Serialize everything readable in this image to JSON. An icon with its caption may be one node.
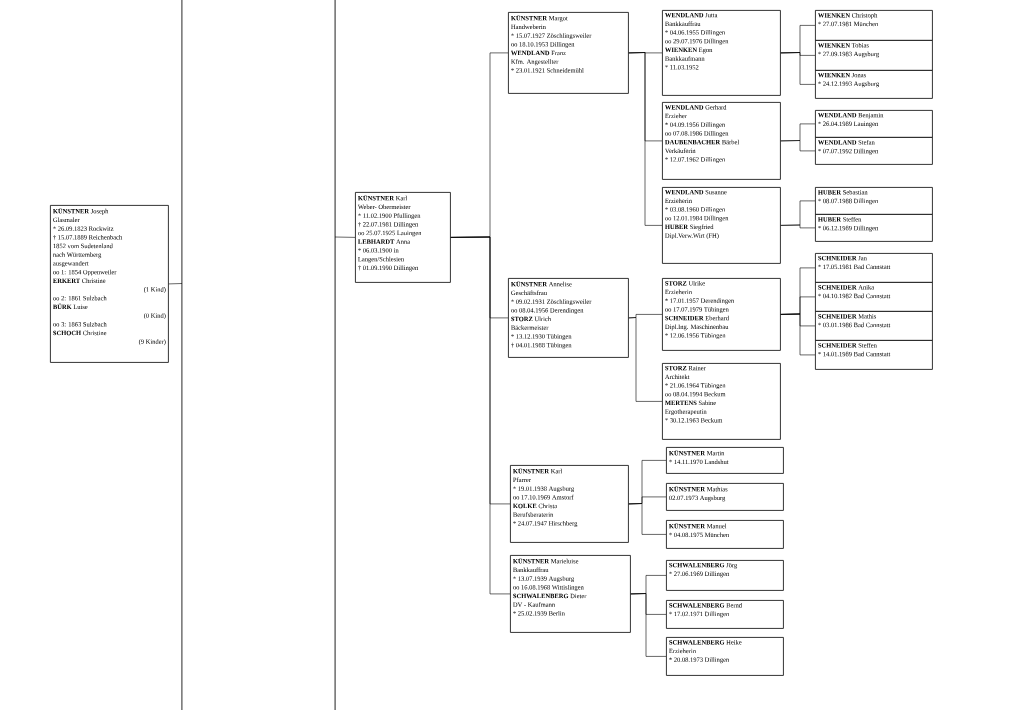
{
  "diagram": {
    "nodes": [
      {
        "text": [
          "**KÜNSTNER** Joseph",
          "Glasmaler",
          "* 26.09.1823 Rockwitz",
          "† 15.07.1889 Reichenbach",
          "1852 vom Sudetenland",
          "nach Württemberg",
          "ausgewandert",
          "oo 1: 1854 Oppenweiler",
          "**ERKERT** Christine",
          "(1 Kind)",
          "oo 2: 1861 Sulzbach",
          "**BÜRK** Luise",
          "(0 Kind)",
          "oo 3: 1863 Sulzbach",
          "**SCHOCH** Christine",
          "(9 Kinder)"
        ]
      },
      {
        "text": [
          "**KÜNSTNER** Karl",
          "Weber- Obermeister",
          "* 11.02.1900 Pfullingen",
          "† 22.07.1981 Dillingen",
          "oo 25.07.1925 Lauingen",
          "**LEBHARDT** Anna",
          "* 06.03.1900 in",
          "Langen/Schlesien",
          "† 01.09.1990 Dillingen"
        ]
      },
      {
        "text": [
          "**KÜNSTNER** Margot",
          "Handweberin",
          "* 15.07.1927 Zöschlingsweiler",
          "oo 18.10.1953 Dillingen",
          "**WENDLAND** Franz",
          "Kfm. Angestellter",
          "* 23.01.1921 Schneidemühl"
        ]
      },
      {
        "text": [
          "**KÜNSTNER** Annelise",
          "Geschäftsfrau",
          "* 09.02.1931 Zöschlingsweiler",
          "oo 08.04.1956 Derendingen",
          "**STORZ** Ulrich",
          "Bäckermeister",
          "* 13.12.1930 Tübingen",
          "† 04.01.1988 Tübingen"
        ]
      },
      {
        "text": [
          "**KÜNSTNER** Karl",
          "Pfarrer",
          "* 19.01.1938 Augsburg",
          "oo 17.10.1969 Amstorf",
          "**KOLKE** Christa",
          "Berufsberaterin",
          "* 24.07.1947 Hirschberg"
        ]
      },
      {
        "text": [
          "**KÜNSTNER** Marieluise",
          "Bankkauffrau",
          "* 13.07.1939 Augsburg",
          "oo 16.08.1968 Wittislingen",
          "**SCHWALENBERG** Dieter",
          "DV - Kaufmann",
          "* 25.02.1939 Berlin"
        ]
      },
      {
        "text": [
          "**WENDLAND** Jutta",
          "Bankkauffrau",
          "* 04.06.1955 Dillingen",
          "oo 29.07.1976 Dillingen",
          "**WIENKEN** Egon",
          "Bankkaufmann",
          "* 11.03.1952"
        ]
      },
      {
        "text": [
          "**WENDLAND** Gerhard",
          "Erzieher",
          "* 04.09.1956 Dillingen",
          "oo 07.08.1986 Dillingen",
          "**DAUBENBACHER** Bärbel",
          "Verkäuferin",
          "* 12.07.1962 Dillingen"
        ]
      },
      {
        "text": [
          "**WENDLAND** Susanne",
          "Erzieherin",
          "* 03.08.1960 Dillingen",
          "oo 12.01.1984 Dillingen",
          "**HUBER** Siegfried",
          "Dipl.Verw.Wirt (FH)"
        ]
      },
      {
        "text": [
          "**STORZ** Ulrike",
          "Erzieherin",
          "* 17.01.1957 Derendingen",
          "oo 17.07.1979 Tübingen",
          "**SCHNEIDER** Eberhard",
          "Dipl.Ing. Maschinenbau",
          "* 12.06.1956 Tübingen"
        ]
      },
      {
        "text": [
          "**STORZ** Rainer",
          "Architekt",
          "* 21.06.1964 Tübingen",
          "oo 08.04.1994 Beckum",
          "**MERTENS** Sabine",
          "Ergotherapeutin",
          "* 30.12.1963 Beckum"
        ]
      },
      {
        "text": [
          "**KÜNSTNER** Martin",
          "* 14.11.1970 Landshut"
        ]
      },
      {
        "text": [
          "**KÜNSTNER** Mathias",
          "02.07.1973 Augsburg"
        ]
      },
      {
        "text": [
          "**KÜNSTNER** Manuel",
          "* 04.08.1975 München"
        ]
      },
      {
        "text": [
          "**SCHWALENBERG** Jörg",
          "* 27.06.1969 Dillingen"
        ]
      },
      {
        "text": [
          "**SCHWALENBERG** Bernd",
          "* 17.02.1971 Dillingen"
        ]
      },
      {
        "text": [
          "**SCHWALENBERG** Heike",
          "Erzieherin",
          "* 20.08.1973 Dillingen"
        ]
      },
      {
        "text": [
          "**WIENKEN** Christoph",
          "* 27.07.1981 München"
        ]
      },
      {
        "text": [
          "**WIENKEN** Tobias",
          "* 27.09.1983 Augsburg"
        ]
      },
      {
        "text": [
          "**WIENKEN** Jonas",
          "* 24.12.1993 Augsburg"
        ]
      },
      {
        "text": [
          "**WENDLAND** Benjamin",
          "* 26.04.1989 Lauingen"
        ]
      },
      {
        "text": [
          "**WENDLAND** Stefan",
          "* 07.07.1992 Dillingen"
        ]
      },
      {
        "text": [
          "**HUBER** Sebastian",
          "* 08.07.1988 Dillingen"
        ]
      },
      {
        "text": [
          "**HUBER** Steffen",
          "* 06.12.1989 Dillingen"
        ]
      },
      {
        "text": [
          "**SCHNEIDER** Jan",
          "* 17.05.1981 Bad Cannstatt"
        ]
      },
      {
        "text": [
          "**SCHNEIDER** Anika",
          "* 04.10.1982 Bad Cannstatt"
        ]
      },
      {
        "text": [
          "**SCHNEIDER** Mathis",
          "* 03.01.1986 Bad Cannstatt"
        ]
      },
      {
        "text": [
          "**SCHNEIDER** Steffen",
          "* 14.01.1989 Bad Cannstatt"
        ]
      }
    ],
    "edges": [
      {
        "from": 0,
        "to": null,
        "arrow": "none"
      },
      {
        "from": null,
        "to": 1,
        "arrow": "none"
      },
      {
        "from": 1,
        "to": 2,
        "arrow": "none"
      },
      {
        "from": 1,
        "to": 3,
        "arrow": "none"
      },
      {
        "from": 1,
        "to": 4,
        "arrow": "none"
      },
      {
        "from": 1,
        "to": 5,
        "arrow": "none"
      },
      {
        "from": 2,
        "to": 6,
        "arrow": "none"
      },
      {
        "from": 2,
        "to": 7,
        "arrow": "none"
      },
      {
        "from": 2,
        "to": 8,
        "arrow": "none"
      },
      {
        "from": 3,
        "to": 9,
        "arrow": "none"
      },
      {
        "from": 3,
        "to": 10,
        "arrow": "none"
      },
      {
        "from": 4,
        "to": 11,
        "arrow": "none"
      },
      {
        "from": 4,
        "to": 12,
        "arrow": "none"
      },
      {
        "from": 4,
        "to": 13,
        "arrow": "none"
      },
      {
        "from": 5,
        "to": 14,
        "arrow": "none"
      },
      {
        "from": 5,
        "to": 15,
        "arrow": "none"
      },
      {
        "from": 5,
        "to": 16,
        "arrow": "none"
      },
      {
        "from": 6,
        "to": 17,
        "arrow": "none"
      },
      {
        "from": 6,
        "to": 18,
        "arrow": "none"
      },
      {
        "from": 6,
        "to": 19,
        "arrow": "none"
      },
      {
        "from": 7,
        "to": 20,
        "arrow": "none"
      },
      {
        "from": 7,
        "to": 21,
        "arrow": "none"
      },
      {
        "from": 8,
        "to": 22,
        "arrow": "none"
      },
      {
        "from": 8,
        "to": 23,
        "arrow": "none"
      },
      {
        "from": 9,
        "to": 24,
        "arrow": "none"
      },
      {
        "from": 9,
        "to": 25,
        "arrow": "none"
      },
      {
        "from": 9,
        "to": 26,
        "arrow": "none"
      },
      {
        "from": 9,
        "to": 27,
        "arrow": "none"
      }
    ]
  }
}
